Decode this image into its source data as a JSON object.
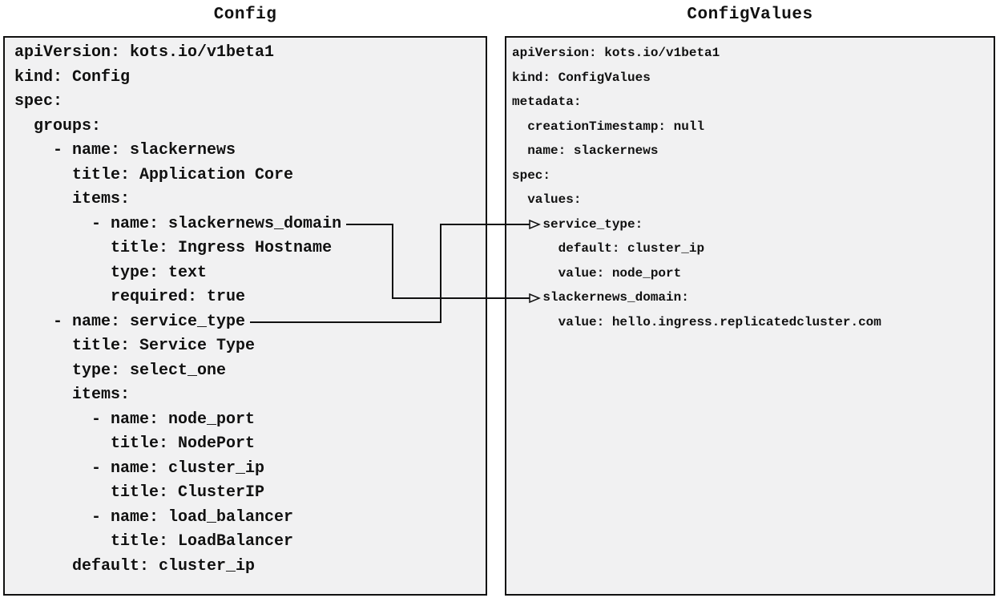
{
  "left_panel": {
    "title": "Config",
    "code_lines": [
      "apiVersion: kots.io/v1beta1",
      "kind: Config",
      "spec:",
      "  groups:",
      "    - name: slackernews",
      "      title: Application Core",
      "      items:",
      "        - name: slackernews_domain",
      "          title: Ingress Hostname",
      "          type: text",
      "          required: true",
      "    - name: service_type",
      "      title: Service Type",
      "      type: select_one",
      "      items:",
      "        - name: node_port",
      "          title: NodePort",
      "        - name: cluster_ip",
      "          title: ClusterIP",
      "        - name: load_balancer",
      "          title: LoadBalancer",
      "      default: cluster_ip"
    ]
  },
  "right_panel": {
    "title": "ConfigValues",
    "code_lines": [
      "apiVersion: kots.io/v1beta1",
      "kind: ConfigValues",
      "metadata:",
      "  creationTimestamp: null",
      "  name: slackernews",
      "spec:",
      "  values:",
      "    service_type:",
      "      default: cluster_ip",
      "      value: node_port",
      "    slackernews_domain:",
      "      value: hello.ingress.replicatedcluster.com"
    ]
  },
  "connections": [
    {
      "from": "slackernews_domain",
      "to": "slackernews_domain"
    },
    {
      "from": "service_type",
      "to": "service_type"
    }
  ],
  "colors": {
    "page_bg": "#ffffff",
    "panel_bg": "#f1f1f2",
    "panel_border": "#111111",
    "text": "#111111",
    "connector": "#111111"
  }
}
